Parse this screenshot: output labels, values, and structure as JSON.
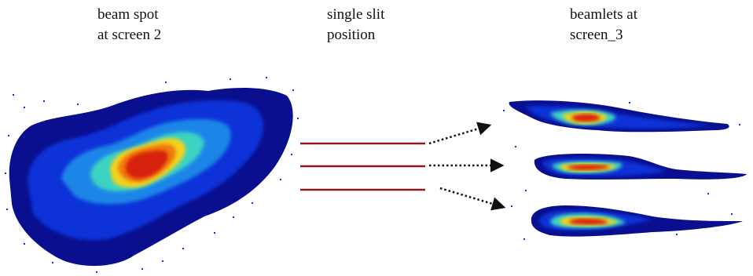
{
  "labels": {
    "beam_spot": [
      "beam spot",
      "at screen 2"
    ],
    "slit": [
      "single slit",
      "position"
    ],
    "beamlets": [
      "beamlets at",
      "screen_3"
    ]
  },
  "colors": {
    "slit": "#8b1a1a",
    "arrow": "#111111",
    "beam_scale": [
      "#0a0f8f",
      "#0b32d8",
      "#1f86e8",
      "#3ad3c2",
      "#b7e63a",
      "#f4d21a",
      "#f07a10",
      "#d6200e"
    ]
  },
  "icons": {
    "arrow": "dotted-arrow-icon"
  }
}
